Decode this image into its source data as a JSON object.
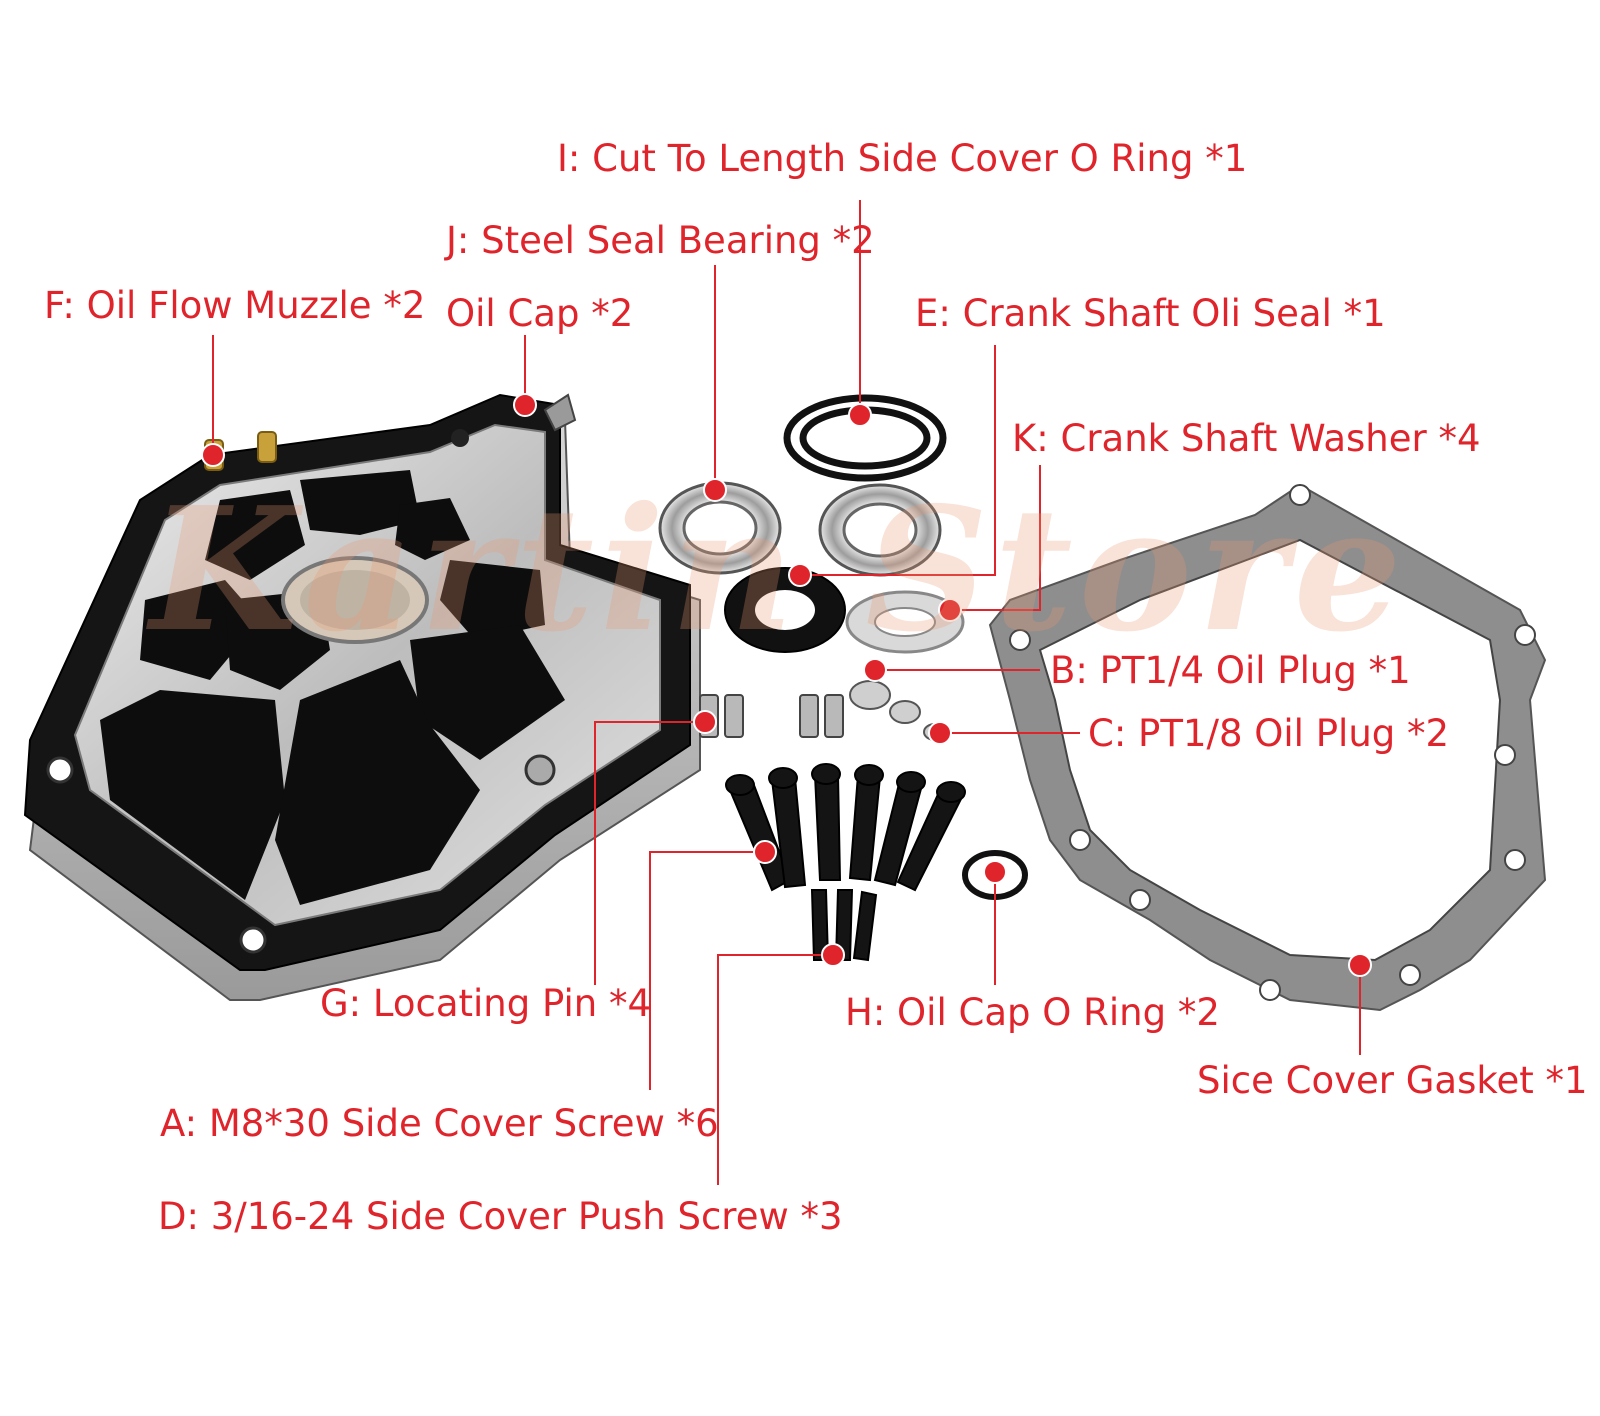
{
  "watermark": "Kartin Store",
  "colors": {
    "label": "#e0242b",
    "leader": "#e0242b",
    "metal": "#c9c9c9",
    "anodized_black": "#111111",
    "gasket": "#8a8a8a",
    "brass": "#c9a13a"
  },
  "labels": {
    "i": "I: Cut To Length Side Cover O Ring *1",
    "j": "J: Steel Seal Bearing *2",
    "f": "F: Oil Flow Muzzle *2",
    "oilcap": "Oil Cap *2",
    "e": "E: Crank Shaft Oli Seal *1",
    "k": "K: Crank Shaft Washer *4",
    "b": "B: PT1/4 Oil Plug *1",
    "c": "C: PT1/8 Oil Plug *2",
    "g": "G: Locating Pin *4",
    "h": "H: Oil Cap O Ring *2",
    "gasket": "Sice Cover Gasket *1",
    "a": "A: M8*30 Side Cover Screw *6",
    "d": "D: 3/16-24 Side Cover Push Screw *3"
  }
}
